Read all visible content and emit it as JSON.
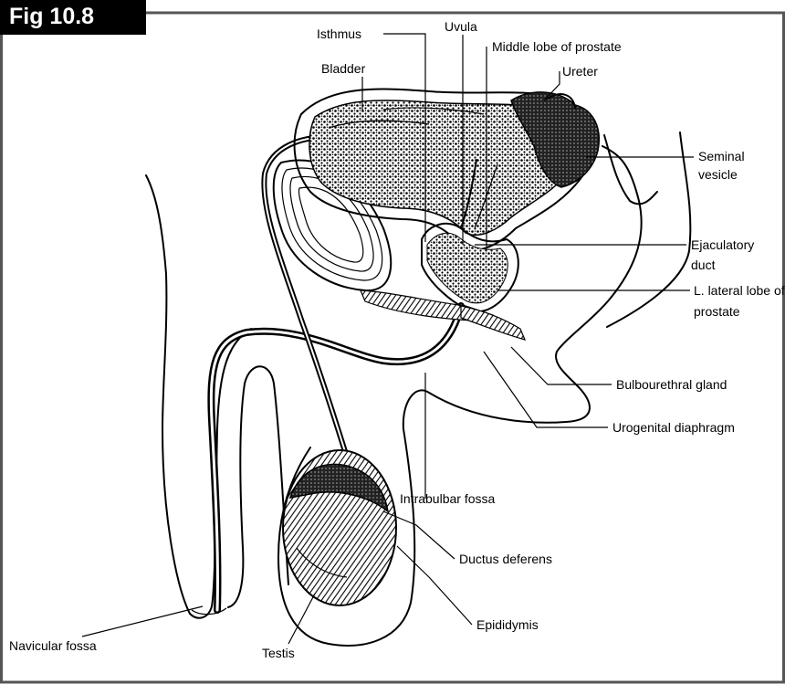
{
  "figure": {
    "tag": "Fig 10.8",
    "border_color": "#555555"
  },
  "labels": {
    "isthmus": "Isthmus",
    "uvula": "Uvula",
    "middle_lobe": "Middle lobe of prostate",
    "ureter": "Ureter",
    "bladder": "Bladder",
    "seminal_vesicle": [
      "Seminal",
      "vesicle"
    ],
    "ejaculatory_duct": [
      "Ejaculatory",
      "duct"
    ],
    "lateral_lobe": [
      "L. lateral lobe of",
      "prostate"
    ],
    "bulbourethral_gland": "Bulbourethral gland",
    "urogenital_diaphragm": "Urogenital diaphragm",
    "intrabulbar_fossa": "Intrabulbar fossa",
    "ductus_deferens": "Ductus deferens",
    "epididymis": "Epididymis",
    "navicular_fossa": "Navicular fossa",
    "testis": "Testis"
  }
}
